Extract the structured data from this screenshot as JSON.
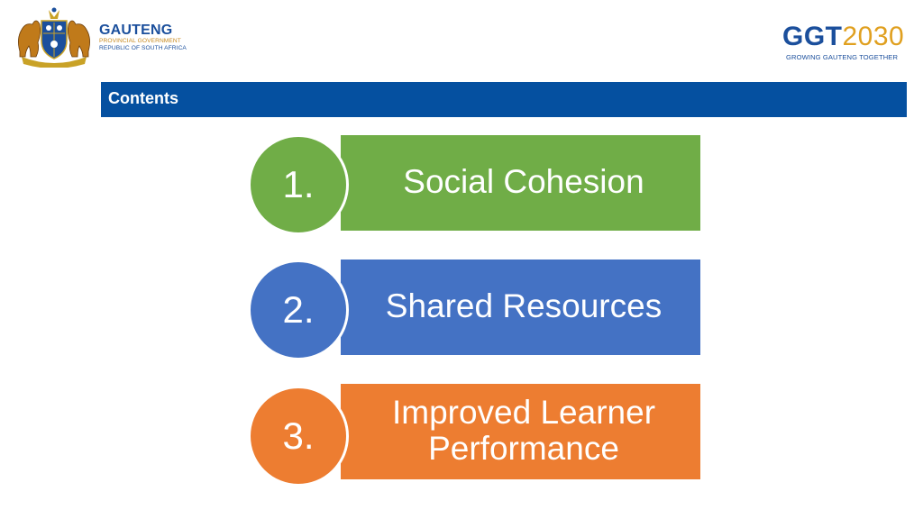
{
  "header": {
    "gauteng_name": "GAUTENG",
    "gauteng_sub1": "PROVINCIAL GOVERNMENT",
    "gauteng_sub2": "REPUBLIC OF SOUTH AFRICA",
    "ggt_bold": "GGT",
    "ggt_year": "2030",
    "ggt_tagline": "GROWING GAUTENG TOGETHER"
  },
  "title_bar": {
    "title": "Contents"
  },
  "items": [
    {
      "number": "1.",
      "label": "Social Cohesion",
      "color": "#70ad47"
    },
    {
      "number": "2.",
      "label": "Shared Resources",
      "color": "#4472c4"
    },
    {
      "number": "3.",
      "label_line1": "Improved Learner",
      "label_line2": "Performance",
      "color": "#ed7d31"
    }
  ],
  "colors": {
    "title_bar": "#0550a0",
    "brand_blue": "#1b4f9c",
    "brand_gold": "#e0a020"
  },
  "icons": {
    "left_logo": "coat-of-arms-icon"
  }
}
